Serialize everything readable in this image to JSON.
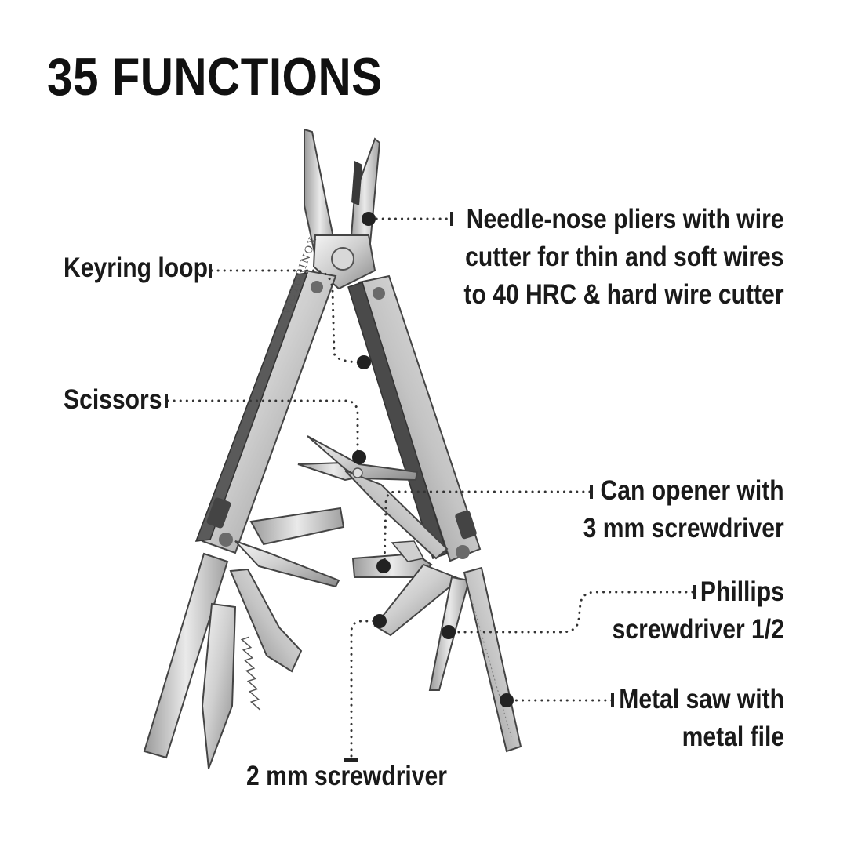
{
  "title": "35 FUNCTIONS",
  "brand_engraving": "VICTORINOX",
  "colors": {
    "text": "#1a1a1a",
    "leader": "#333333",
    "steel_light": "#e6e6e6",
    "steel_mid": "#bdbdbd",
    "steel_dark": "#6e6e6e"
  },
  "callouts": {
    "needle_nose": [
      "Needle-nose pliers with wire",
      "cutter for thin and soft wires",
      "to 40 HRC & hard wire cutter"
    ],
    "keyring": [
      "Keyring loop"
    ],
    "scissors": [
      "Scissors"
    ],
    "can_opener": [
      "Can opener with",
      "3 mm screwdriver"
    ],
    "phillips": [
      "Phillips",
      "screwdriver 1/2"
    ],
    "metal_saw": [
      "Metal saw with",
      "metal file"
    ],
    "screwdriver_2mm": [
      "2 mm screwdriver"
    ]
  }
}
